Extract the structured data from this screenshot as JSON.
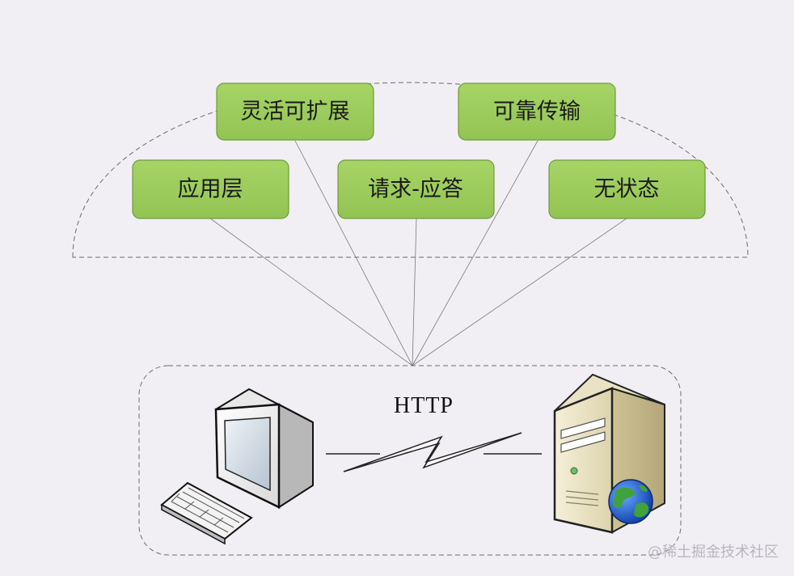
{
  "features": {
    "flexible": "灵活可扩展",
    "reliable": "可靠传输",
    "application_layer": "应用层",
    "request_response": "请求-应答",
    "stateless": "无状态"
  },
  "protocol_label": "HTTP",
  "watermark": "@稀土掘金技术社区",
  "icons": {
    "client": "desktop-computer-icon",
    "server": "web-server-icon"
  },
  "colors": {
    "box_fill": "#9ccc5c",
    "box_stroke": "#6f9a3a",
    "background": "#f1eff4"
  }
}
